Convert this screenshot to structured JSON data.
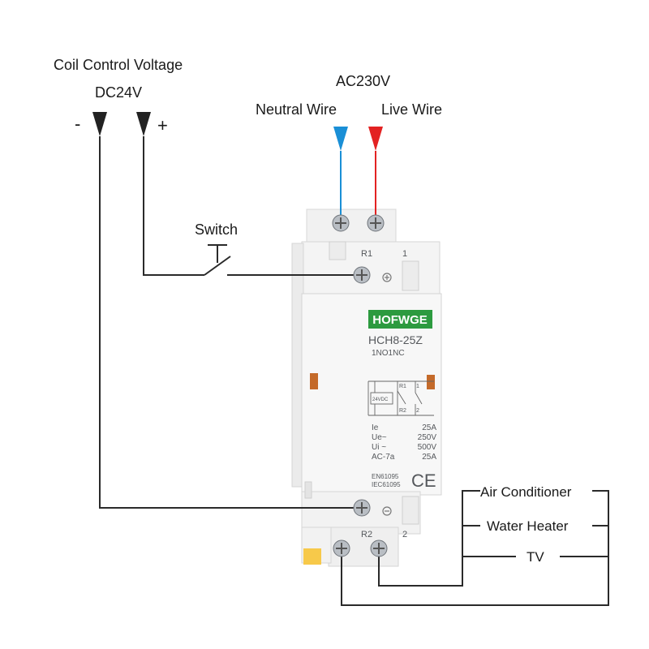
{
  "coil": {
    "title": "Coil Control Voltage",
    "voltage": "DC24V",
    "minus": "-",
    "plus": "+"
  },
  "mains": {
    "voltage": "AC230V",
    "neutral": "Neutral Wire",
    "live": "Live Wire",
    "neutral_color": "#1a8fd6",
    "live_color": "#e32222"
  },
  "switch_label": "Switch",
  "loads": [
    "Air Conditioner",
    "Water Heater",
    "TV"
  ],
  "device": {
    "brand": "HOFWGE",
    "brand_color": "#2c9a3f",
    "model": "HCH8-25Z",
    "contacts": "1NO1NC",
    "terminal_r1": "R1",
    "terminal_1": "1",
    "terminal_r2": "R2",
    "terminal_2": "2",
    "coil_symbol": "24VDC",
    "sym_r1": "R1",
    "sym_1": "1",
    "sym_r2": "R2",
    "sym_2": "2",
    "specs": [
      {
        "label": "Ie",
        "value": "25A"
      },
      {
        "label": "Ue~",
        "value": "250V"
      },
      {
        "label": "Ui ~",
        "value": "500V"
      },
      {
        "label": "AC-7a",
        "value": "25A"
      }
    ],
    "standard_1": "EN61095",
    "standard_2": "IEC61095",
    "ce_mark": "CE"
  }
}
